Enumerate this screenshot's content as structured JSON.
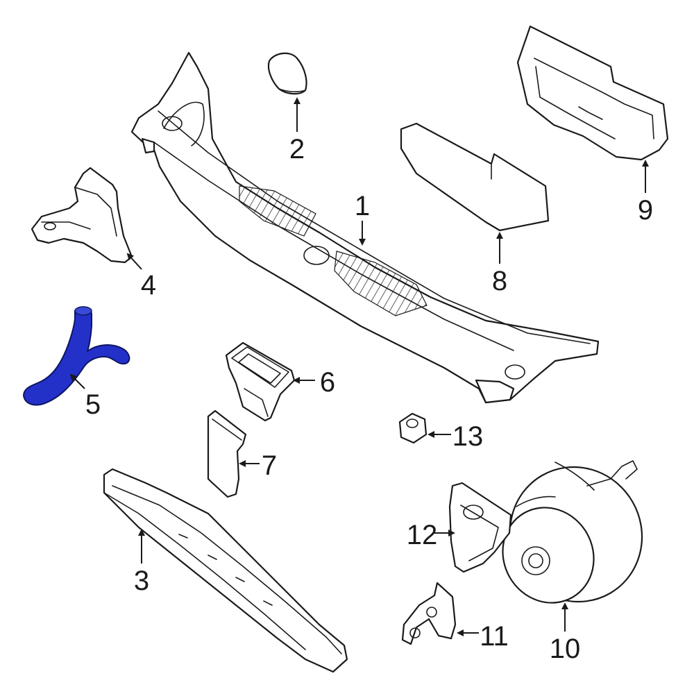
{
  "colors": {
    "line": "#1a1a1a",
    "background": "#ffffff",
    "highlight_fill": "#2331c9",
    "highlight_stroke": "#0d1560"
  },
  "callouts": {
    "c1": "1",
    "c2": "2",
    "c3": "3",
    "c4": "4",
    "c5": "5",
    "c6": "6",
    "c7": "7",
    "c8": "8",
    "c9": "9",
    "c10": "10",
    "c11": "11",
    "c12": "12",
    "c13": "13"
  }
}
